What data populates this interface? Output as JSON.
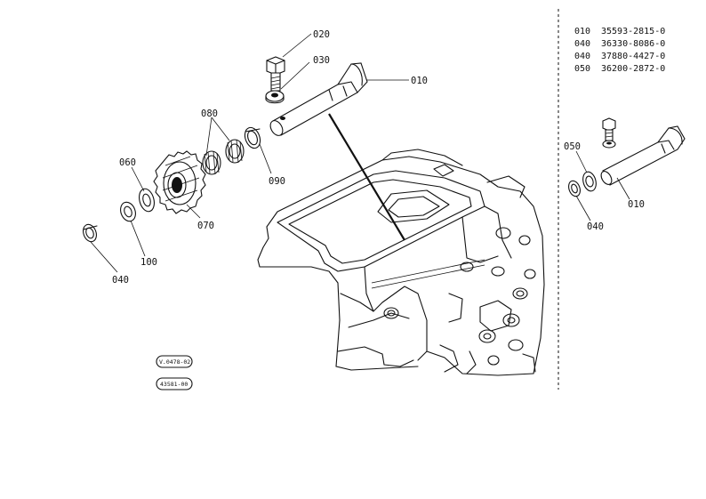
{
  "callouts": {
    "c010": "010",
    "c020": "020",
    "c030": "030",
    "c040": "040",
    "c060": "060",
    "c070": "070",
    "c080": "080",
    "c090": "090",
    "c100": "100"
  },
  "parts_table": [
    {
      "ref": "010",
      "part": "35593-2815-0"
    },
    {
      "ref": "040",
      "part": "36330-8086-0"
    },
    {
      "ref": "040",
      "part": "37880-4427-0"
    },
    {
      "ref": "050",
      "part": "36200-2872-0"
    }
  ],
  "inset_callouts": {
    "c050": "050",
    "c040": "040",
    "c010": "010"
  },
  "reference_tags": {
    "tag1": "V.0478-02",
    "tag2": "43581-00"
  }
}
